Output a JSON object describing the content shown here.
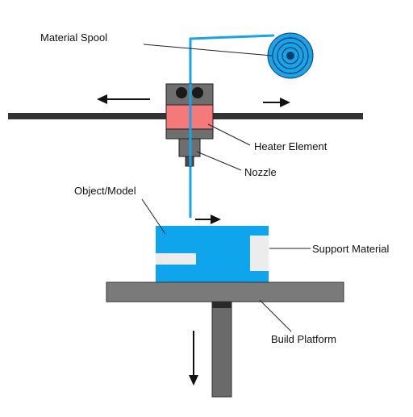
{
  "labels": {
    "spool": "Material Spool",
    "heater": "Heater Element",
    "nozzle": "Nozzle",
    "object": "Object/Model",
    "support": "Support Material",
    "platform": "Build Platform"
  },
  "colors": {
    "filament": "#1aa3e8",
    "object_fill": "#0ea5ec",
    "support_fill": "#ececec",
    "heater": "#f47a7a",
    "head_body": "#6e6e6e",
    "rail": "#333333",
    "platform": "#7a7a7a",
    "pillar": "#6a6a6a",
    "arrow": "#111111"
  },
  "icons": {
    "spool": "filament-spool-icon",
    "motion_arrows": "arrow-icon"
  }
}
